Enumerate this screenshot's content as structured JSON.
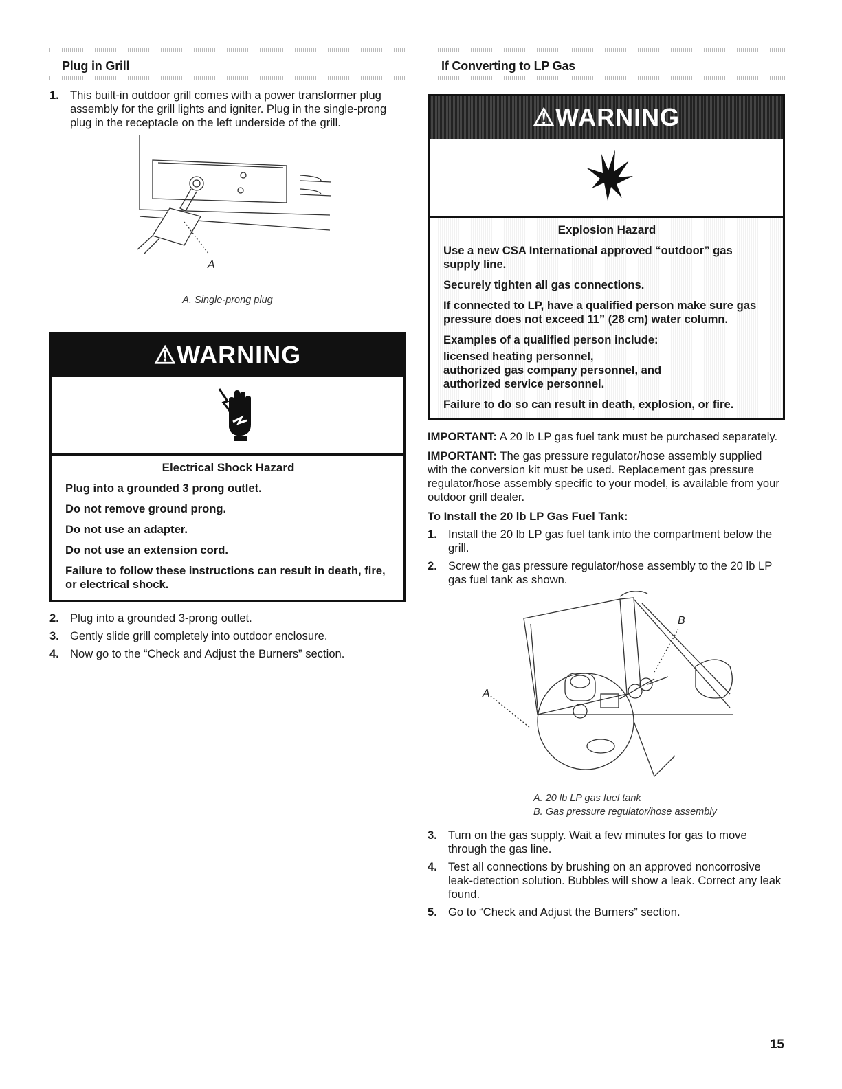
{
  "left": {
    "title": "Plug in Grill",
    "step1": "This built-in outdoor grill comes with a power transformer plug assembly for the grill lights and igniter. Plug in the single-prong plug in the receptacle on the left underside of the grill.",
    "figure_label_a": "A",
    "caption": "A. Single-prong plug",
    "warning": {
      "heading": "⚠WARNING",
      "hazard": "Electrical Shock Hazard",
      "lines": [
        "Plug into a grounded 3 prong outlet.",
        "Do not remove ground prong.",
        "Do not use an adapter.",
        "Do not use an extension cord.",
        "Failure to follow these instructions can result in death, fire, or electrical shock."
      ]
    },
    "steps": [
      {
        "n": "1.",
        "text": "This built-in outdoor grill comes with a power transformer plug assembly for the grill lights and igniter. Plug in the single-prong plug in the receptacle on the left underside of the grill."
      },
      {
        "n": "2.",
        "text": "Plug into a grounded 3-prong outlet."
      },
      {
        "n": "3.",
        "text": "Gently slide grill completely into outdoor enclosure."
      },
      {
        "n": "4.",
        "text": "Now go to the “Check and Adjust the Burners” section."
      }
    ]
  },
  "right": {
    "title": "If Converting to LP Gas",
    "warning": {
      "heading": "⚠WARNING",
      "hazard": "Explosion Hazard",
      "lines": [
        "Use a new CSA International approved “outdoor” gas supply line.",
        "Securely tighten all gas connections.",
        "If connected to LP, have a qualified person make sure gas pressure does not exceed 11” (28 cm) water column.",
        "Examples of a qualified person include:",
        "licensed heating personnel,",
        "authorized gas company personnel, and",
        "authorized service personnel.",
        "Failure to do so can result in death, explosion, or fire."
      ]
    },
    "important1_label": "IMPORTANT:",
    "important1_text": " A 20 lb LP gas fuel tank must be purchased separately.",
    "important2_label": "IMPORTANT:",
    "important2_text": " The gas pressure regulator/hose assembly supplied with the conversion kit must be used. Replacement gas pressure regulator/hose assembly specific to your model, is available from your outdoor grill dealer.",
    "install_heading": "To Install the 20 lb LP Gas Fuel Tank:",
    "steps_a": [
      {
        "n": "1.",
        "text": "Install the 20 lb LP gas fuel tank into the compartment below the grill."
      },
      {
        "n": "2.",
        "text": "Screw the gas pressure regulator/hose assembly to the 20 lb LP gas fuel tank as shown."
      }
    ],
    "fig_label_a": "A",
    "fig_label_b": "B",
    "caption_a": "A. 20 lb LP gas fuel tank",
    "caption_b": "B. Gas pressure regulator/hose assembly",
    "steps_b": [
      {
        "n": "3.",
        "text": "Turn on the gas supply. Wait a few minutes for gas to move through the gas line."
      },
      {
        "n": "4.",
        "text": "Test all connections by brushing on an approved noncorrosive leak-detection solution. Bubbles will show a leak. Correct any leak found."
      },
      {
        "n": "5.",
        "text": "Go to “Check and Adjust the Burners” section."
      }
    ]
  },
  "page_number": "15"
}
